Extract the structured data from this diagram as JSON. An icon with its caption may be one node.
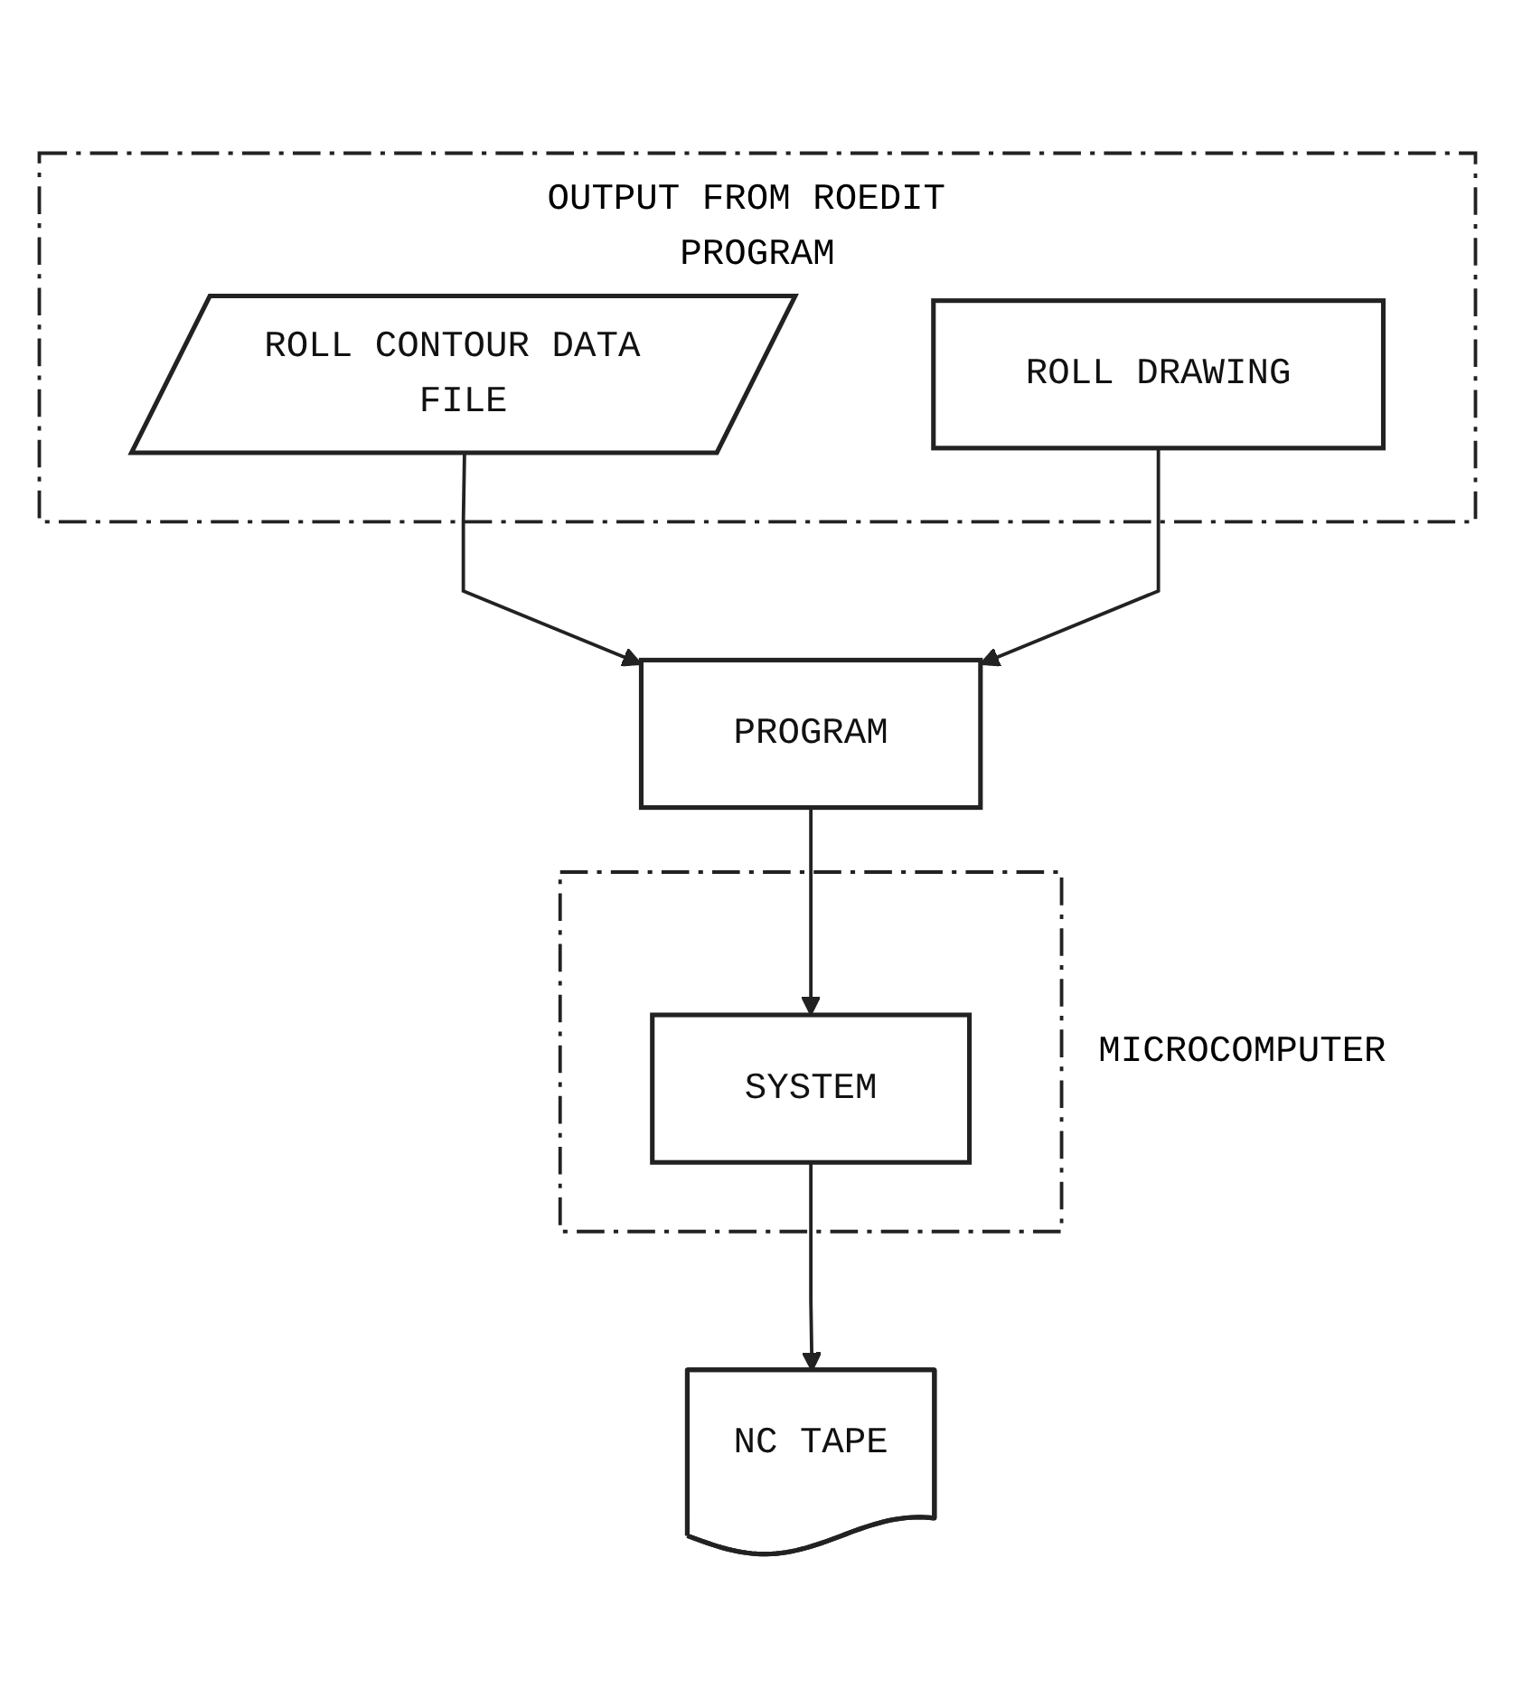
{
  "diagram": {
    "nodes": [
      {
        "text": [
          "OUTPUT FROM ROEDIT PROGRAM"
        ]
      },
      {
        "text": [
          "ROLL CONTOUR DATA FILE"
        ],
        "in": 0
      },
      {
        "text": [
          "ROLL DRAWING"
        ],
        "in": 0
      },
      {
        "text": [
          "PROGRAM"
        ]
      },
      {
        "text": [
          "MICROCOMPUTER"
        ]
      },
      {
        "text": [
          "SYSTEM"
        ],
        "in": 4
      },
      {
        "text": [
          "NC TAPE"
        ]
      }
    ],
    "edges": [
      {
        "from": 1,
        "to": 3,
        "arrow": "to"
      },
      {
        "from": 2,
        "to": 3,
        "arrow": "to"
      },
      {
        "from": 3,
        "to": 5,
        "arrow": "to"
      },
      {
        "from": 5,
        "to": 6,
        "arrow": "to"
      }
    ]
  }
}
